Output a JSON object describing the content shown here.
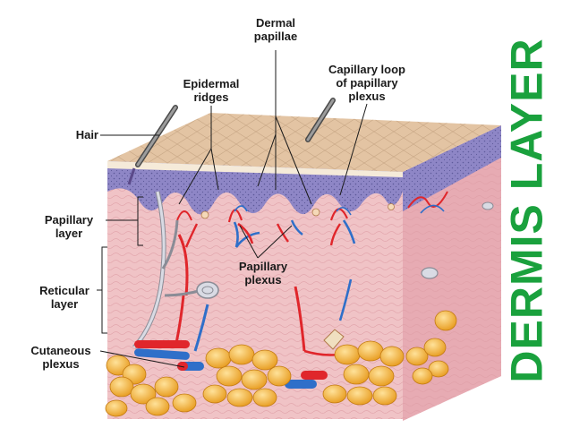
{
  "title": "DERMIS LAYER",
  "colors": {
    "title": "#1aa13d",
    "epidermis": "#8e86c6",
    "dermis": "#f0c3c6",
    "fat": "#f2b233",
    "artery": "#e0262b",
    "vein": "#2f6fc9",
    "nerve": "#9a9ca6"
  },
  "labels": {
    "dermal_papillae": [
      "Dermal",
      "papillae"
    ],
    "epidermal_ridges": [
      "Epidermal",
      "ridges"
    ],
    "capillary_loop": [
      "Capillary loop",
      "of papillary",
      "plexus"
    ],
    "hair": [
      "Hair"
    ],
    "papillary_layer": [
      "Papillary",
      "layer"
    ],
    "reticular_layer": [
      "Reticular",
      "layer"
    ],
    "papillary_plexus": [
      "Papillary",
      "plexus"
    ],
    "cutaneous_plexus": [
      "Cutaneous",
      "plexus"
    ]
  },
  "icons": [
    "hair-shaft-icon",
    "fat-lobule-icon",
    "blood-vessel-icon",
    "nerve-icon"
  ]
}
